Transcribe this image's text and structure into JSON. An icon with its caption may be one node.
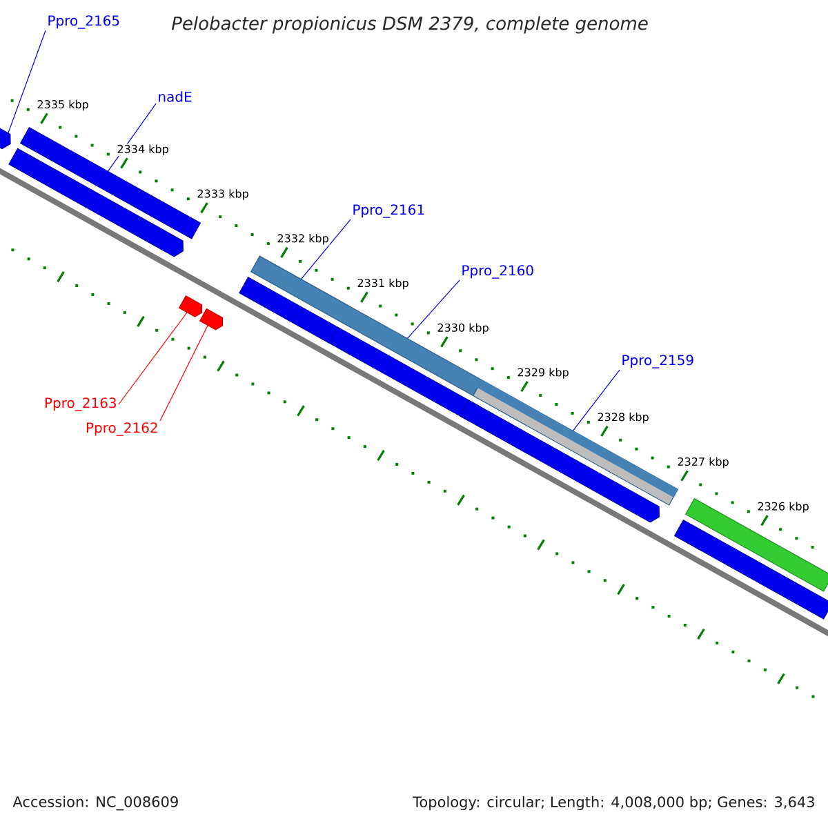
{
  "diagram": {
    "title": "Pelobacter propionicus DSM 2379, complete genome",
    "nodes": [
      {
        "text": [
          "Ppro_2165"
        ]
      },
      {
        "text": [
          "nadE"
        ]
      },
      {
        "text": [
          "Ppro_2161"
        ]
      },
      {
        "text": [
          "Ppro_2160"
        ]
      },
      {
        "text": [
          "Ppro_2159"
        ]
      },
      {
        "text": [
          "Ppro_2163"
        ]
      },
      {
        "text": [
          "Ppro_2162"
        ]
      },
      {
        "text": [],
        "shape": "pentagon"
      },
      {
        "text": [],
        "shape": "bar"
      },
      {
        "text": [],
        "shape": "pentagon"
      },
      {
        "text": [],
        "shape": "bar"
      },
      {
        "text": [],
        "shape": "pentagon"
      },
      {
        "text": [],
        "shape": "pentagon"
      },
      {
        "text": [],
        "shape": "bar"
      },
      {
        "text": [],
        "shape": "pentagon"
      },
      {
        "text": [],
        "shape": "bar"
      },
      {
        "text": [],
        "shape": "bar"
      },
      {
        "text": [],
        "shape": "pentagon"
      },
      {
        "text": [],
        "shape": "pentagon"
      }
    ],
    "edges": [
      {
        "from": 0,
        "to": 7,
        "arrow": "none"
      },
      {
        "from": 1,
        "to": 8,
        "arrow": "none"
      },
      {
        "from": 2,
        "to": 10,
        "arrow": "none"
      },
      {
        "from": 3,
        "to": 10,
        "arrow": "none"
      },
      {
        "from": 4,
        "to": 13,
        "arrow": "none"
      },
      {
        "from": 5,
        "to": 17,
        "arrow": "none",
        "color": "#ff0000"
      },
      {
        "from": 6,
        "to": 18,
        "arrow": "none",
        "color": "#ff0000"
      }
    ],
    "labels": [
      "2335 kbp",
      "2334 kbp",
      "2333 kbp",
      "2332 kbp",
      "2331 kbp",
      "2330 kbp",
      "2329 kbp",
      "2328 kbp",
      "2327 kbp",
      "2326 kbp",
      "Accession: NC_008609",
      "Topology: circular; Length: 4,008,000 bp; Genes: 3,643"
    ]
  }
}
